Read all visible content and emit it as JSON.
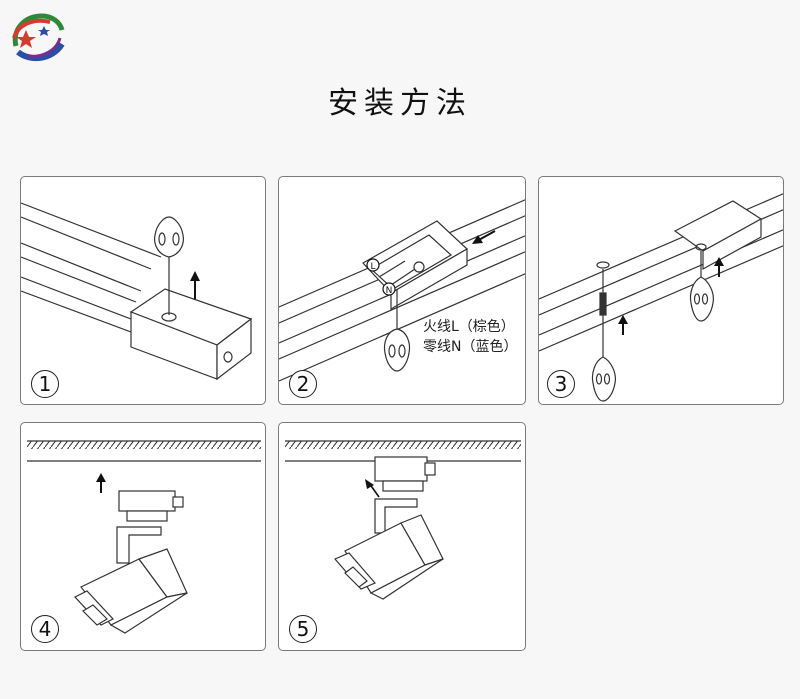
{
  "title": "安装方法",
  "logo": {
    "icon": "brand-globe-logo",
    "colors": [
      "#d63b2f",
      "#2e8a3a",
      "#2a4fa8",
      "#7a2d8c"
    ]
  },
  "steps": [
    {
      "number": "1"
    },
    {
      "number": "2",
      "labels": [
        "火线L（棕色）",
        "零线N（蓝色）"
      ],
      "terminals": [
        "L",
        "N"
      ]
    },
    {
      "number": "3"
    },
    {
      "number": "4"
    },
    {
      "number": "5"
    }
  ]
}
